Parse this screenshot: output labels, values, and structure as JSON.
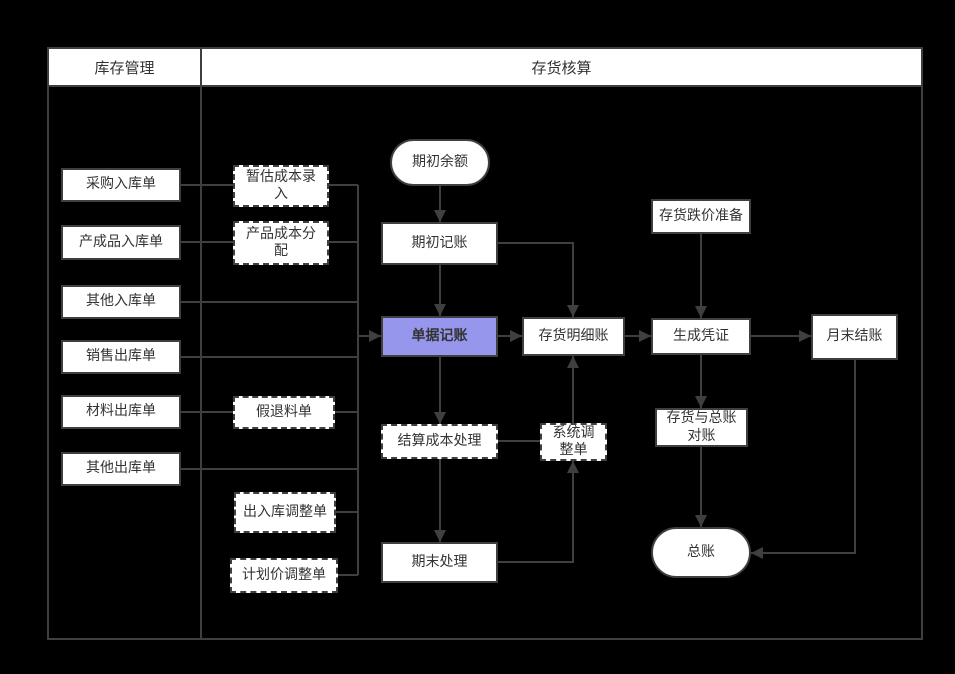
{
  "lanes": [
    {
      "title": "库存管理"
    },
    {
      "title": "存货核算"
    }
  ],
  "nodes": {
    "purchase_in": {
      "label": "采购入库单"
    },
    "finished_in": {
      "label": "产成品入库单"
    },
    "other_in": {
      "label": "其他入库单"
    },
    "sales_out": {
      "label": "销售出库单"
    },
    "material_out": {
      "label": "材料出库单"
    },
    "other_out": {
      "label": "其他出库单"
    },
    "est_cost": {
      "label": "暂估成本录\n入"
    },
    "product_cost": {
      "label": "产品成本分\n配"
    },
    "fake_return": {
      "label": "假退料单"
    },
    "inout_adjust": {
      "label": "出入库调整单"
    },
    "plan_price_adjust": {
      "label": "计划价调整单"
    },
    "opening_balance": {
      "label": "期初余额"
    },
    "opening_entry": {
      "label": "期初记账"
    },
    "doc_entry": {
      "label": "单据记账"
    },
    "settle_cost": {
      "label": "结算成本处理"
    },
    "period_end": {
      "label": "期末处理"
    },
    "inventory_ledger": {
      "label": "存货明细账"
    },
    "system_adjust": {
      "label": "系统调\n整单"
    },
    "price_reserve": {
      "label": "存货跌价准备"
    },
    "gen_voucher": {
      "label": "生成凭证"
    },
    "month_close": {
      "label": "月末结账"
    },
    "reconcile": {
      "label": "存货与总账\n对账"
    },
    "general_ledger": {
      "label": "总账"
    }
  },
  "colors": {
    "canvas_bg": "#000000",
    "node_bg": "#ffffff",
    "line": "#3f3f3f",
    "text": "#333333",
    "highlight_bg": "#9696ec"
  }
}
